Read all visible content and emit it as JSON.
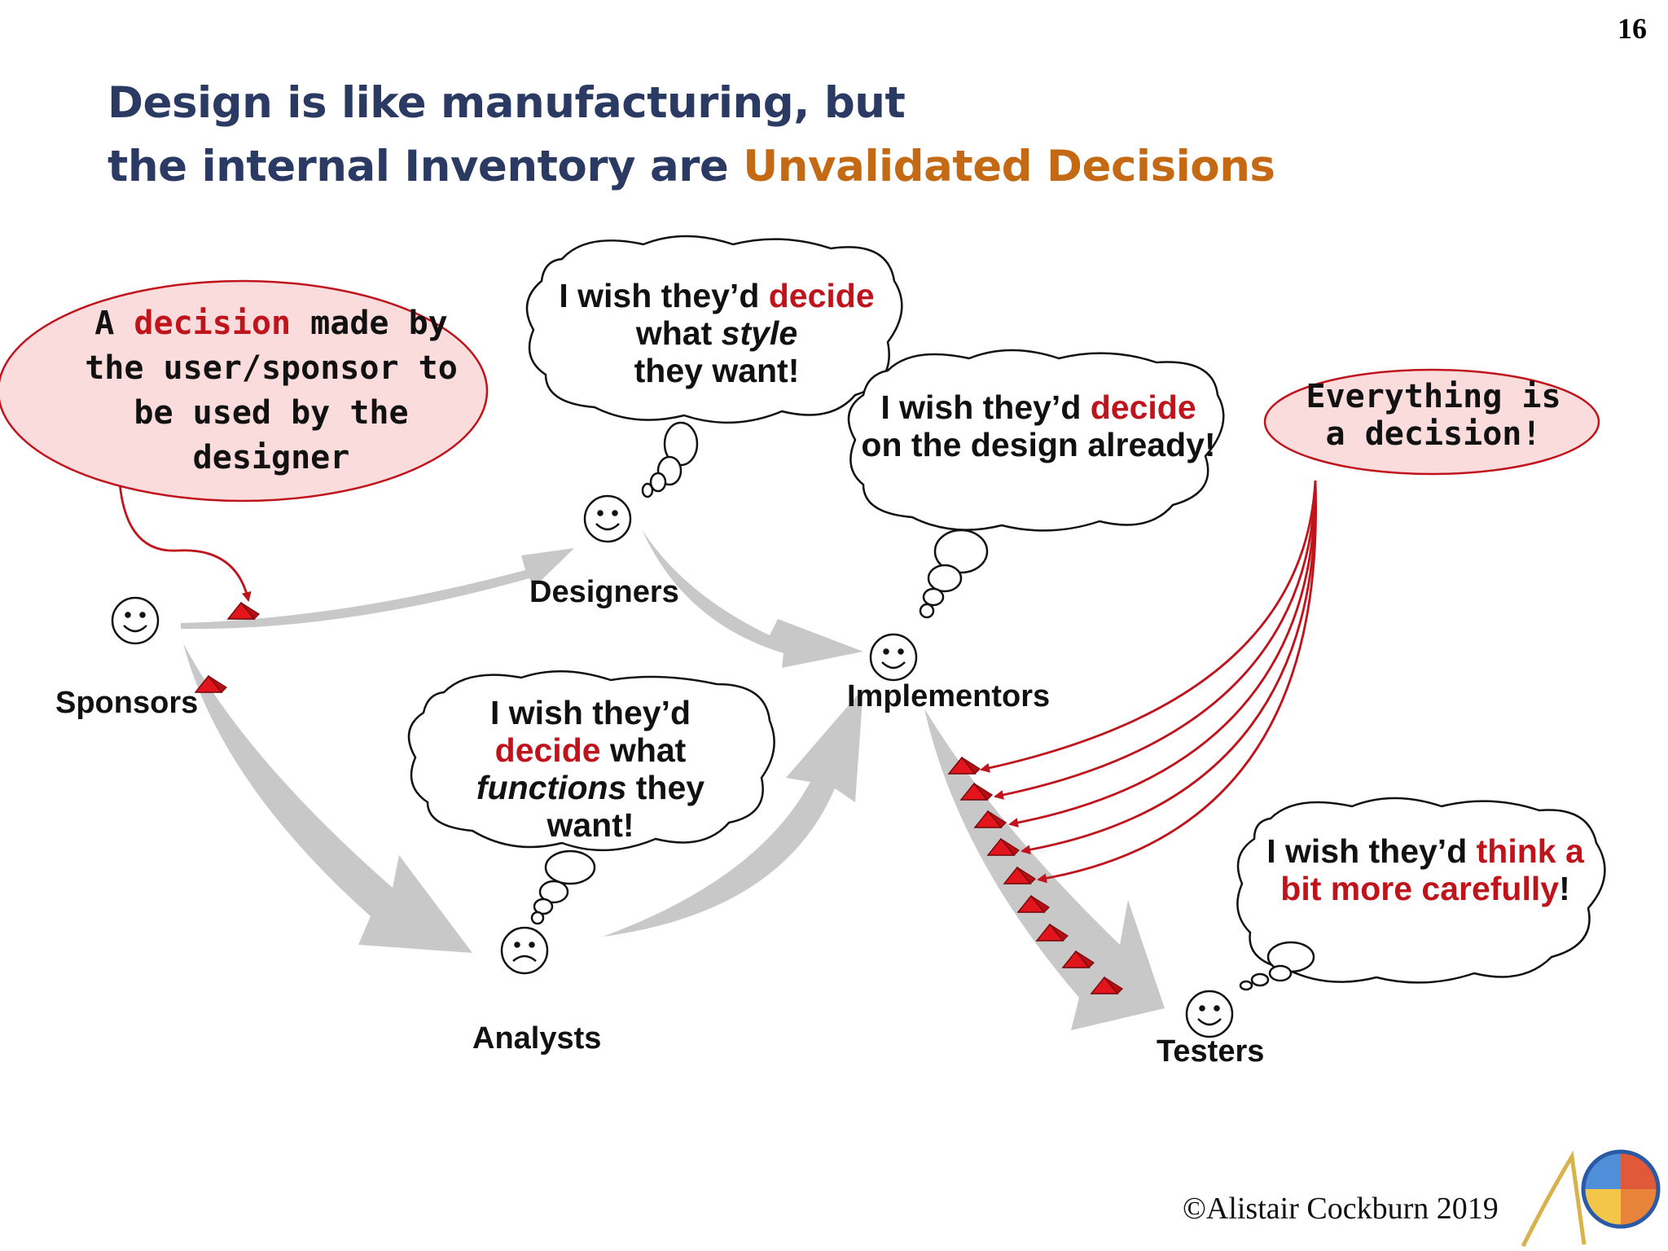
{
  "slide_number": "16",
  "title": {
    "line1": "Design is like manufacturing, but",
    "line2_prefix": "the internal Inventory are ",
    "line2_highlight": "Unvalidated Decisions"
  },
  "roles": {
    "sponsors": "Sponsors",
    "designers": "Designers",
    "implementors": "Implementors",
    "analysts": "Analysts",
    "testers": "Testers"
  },
  "callouts": {
    "sponsor_decision": {
      "pre": "A ",
      "highlight": "decision",
      "post": " made by the user/sponsor to be used by the designer"
    },
    "everything": "Everything is a decision!"
  },
  "thoughts": {
    "designers": {
      "pre": "I wish they’d ",
      "highlight": "decide",
      "post": " what ",
      "italic": "style",
      "post2": " they want!"
    },
    "implementors": {
      "pre": "I wish they’d ",
      "highlight": "decide",
      "post": " on the design already!"
    },
    "analysts": {
      "pre": "I wish they’d ",
      "highlight": "decide",
      "post": " what ",
      "italic": "functions",
      "post2": " they want!"
    },
    "testers": {
      "pre": "I wish they’d ",
      "highlight": "think a bit more carefully",
      "post": "!"
    }
  },
  "copyright": "©Alistair Cockburn 2019",
  "colors": {
    "title": "#2b3a63",
    "title_highlight": "#c56a14",
    "decision_red": "#c0141c",
    "flow_arrow": "#c8c8c8",
    "callout_fill": "#fbdcdc"
  }
}
